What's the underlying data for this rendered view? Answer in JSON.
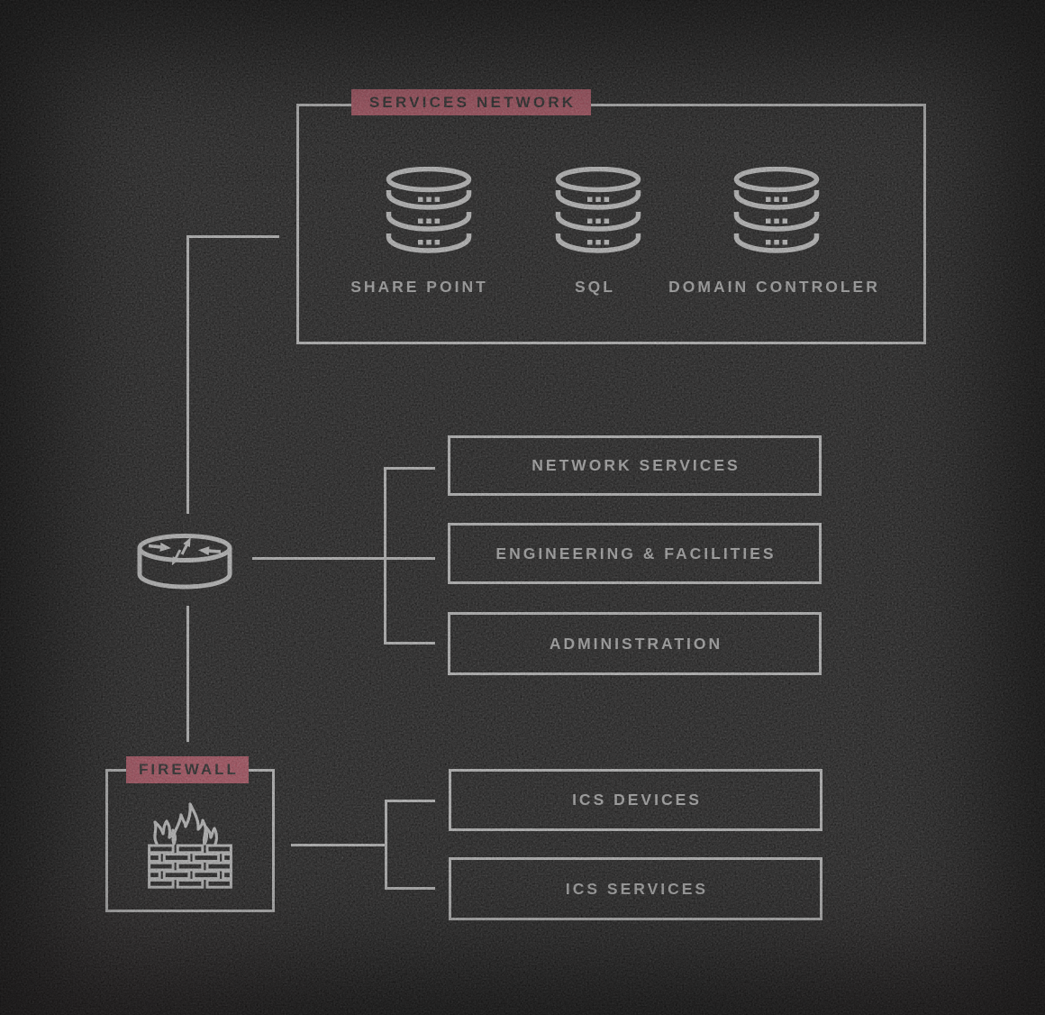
{
  "services_network": {
    "banner": "SERVICES NETWORK",
    "servers": [
      {
        "label": "SHARE POINT",
        "icon": "database-icon"
      },
      {
        "label": "SQL",
        "icon": "database-icon"
      },
      {
        "label": "DOMAIN CONTROLER",
        "icon": "database-icon"
      }
    ]
  },
  "router": {
    "icon": "router-icon"
  },
  "corporate_zones": [
    {
      "label": "NETWORK SERVICES"
    },
    {
      "label": "ENGINEERING & FACILITIES"
    },
    {
      "label": "ADMINISTRATION"
    }
  ],
  "firewall": {
    "banner": "FIREWALL",
    "icon": "firewall-icon"
  },
  "ics_zones": [
    {
      "label": "ICS DEVICES"
    },
    {
      "label": "ICS SERVICES"
    }
  ],
  "colors": {
    "background": "#0c0b0b",
    "line": "#c7c7c7",
    "label_text": "#b3b3b3",
    "banner_background": "#b5495b",
    "banner_text": "#141414"
  }
}
